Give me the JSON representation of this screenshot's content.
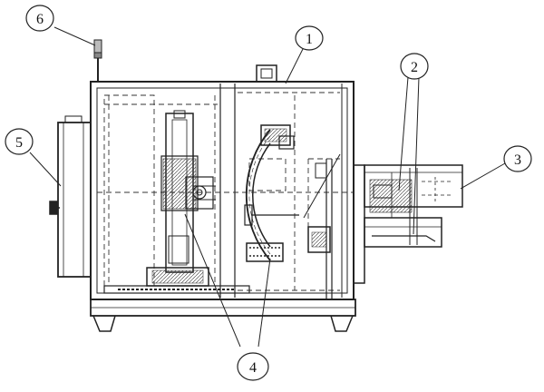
{
  "figure": {
    "callouts": [
      {
        "label": "1"
      },
      {
        "label": "2"
      },
      {
        "label": "3"
      },
      {
        "label": "4"
      },
      {
        "label": "5"
      },
      {
        "label": "6"
      }
    ]
  }
}
